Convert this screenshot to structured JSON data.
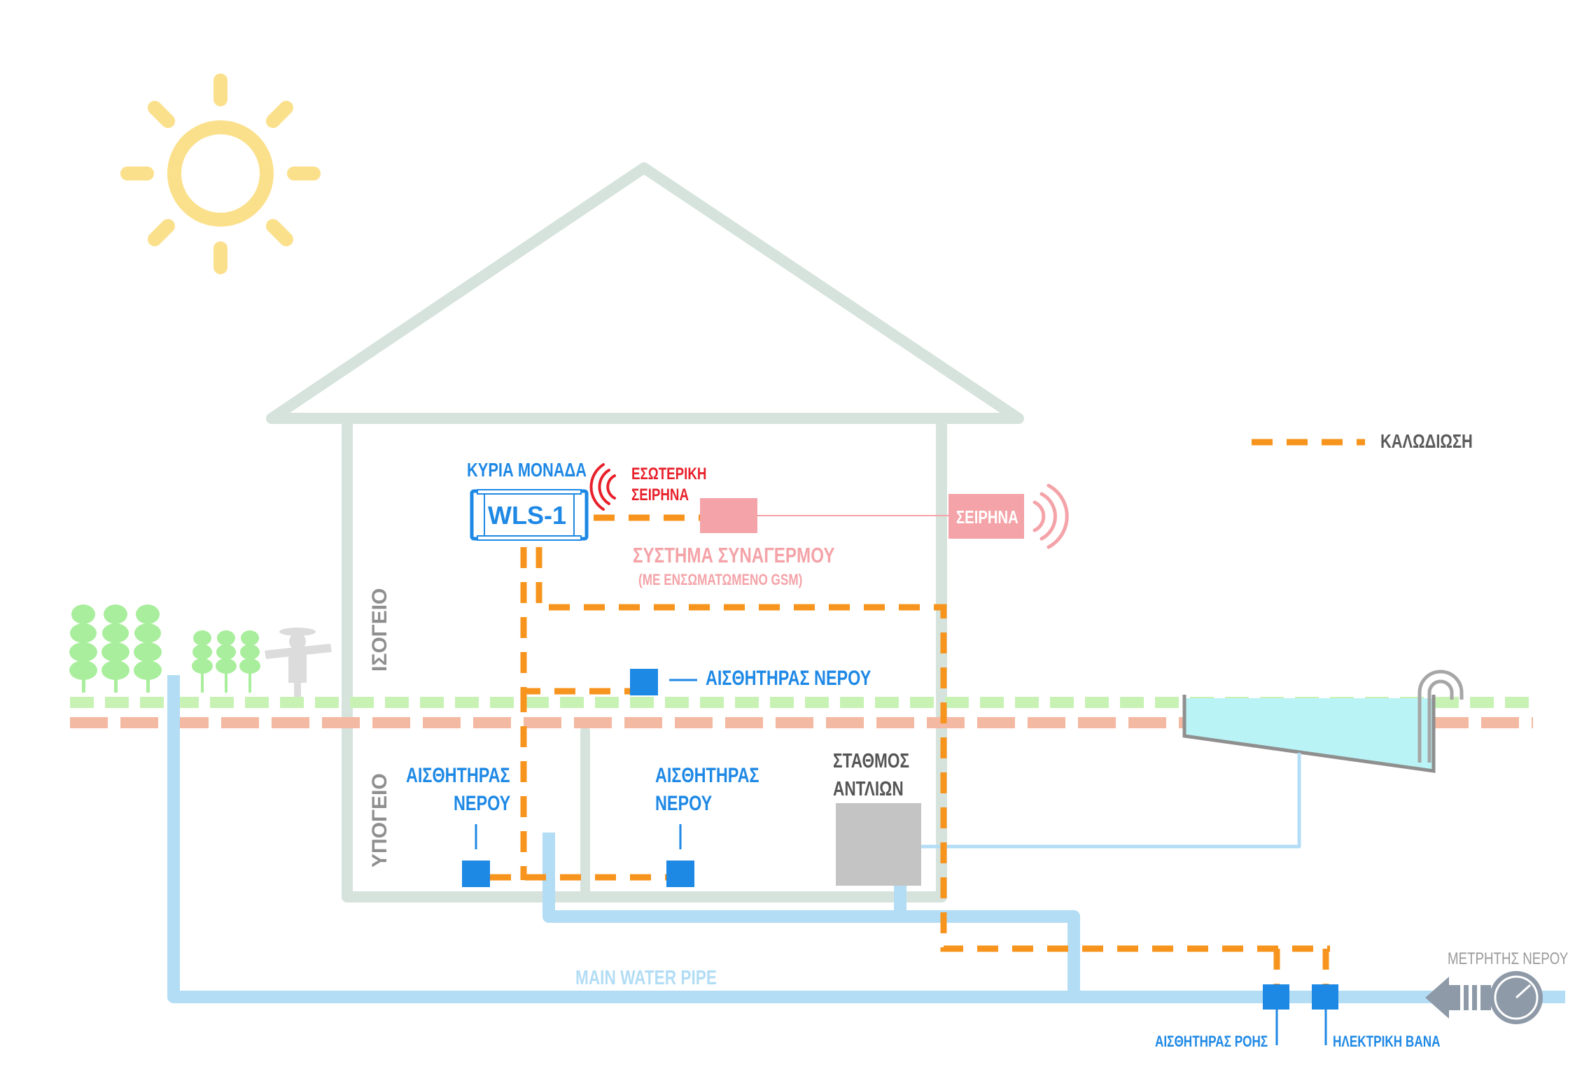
{
  "labels": {
    "main_unit_title": "ΚΥΡΙΑ ΜΟΝΑΔΑ",
    "main_unit_model": "WLS-1",
    "internal_siren_line1": "ΕΣΩΤΕΡΙΚΗ",
    "internal_siren_line2": "ΣΕΙΡΗΝΑ",
    "alarm_system_line1": "ΣΥΣΤΗΜΑ ΣΥΝΑΓΕΡΜΟΥ",
    "alarm_system_line2": "(ΜΕ ΕΝΣΩΜΑΤΩΜΕΝΟ GSM)",
    "external_siren": "ΣΕΙΡΗΝΑ",
    "wiring_legend": "ΚΑΛΩΔΙΩΣΗ",
    "ground_floor": "ΙΣΟΓΕΙΟ",
    "basement": "ΥΠΟΓΕΙΟ",
    "water_sensor_ground": "ΑΙΣΘΗΤΗΡΑΣ ΝΕΡΟΥ",
    "water_sensor_basement_left_line1": "ΑΙΣΘΗΤΗΡΑΣ",
    "water_sensor_basement_left_line2": "ΝΕΡΟΥ",
    "water_sensor_basement_right_line1": "ΑΙΣΘΗΤΗΡΑΣ",
    "water_sensor_basement_right_line2": "ΝΕΡΟΥ",
    "pump_station_line1": "ΣΤΑΘΜΟΣ",
    "pump_station_line2": "ΑΝΤΛΙΩΝ",
    "main_water_pipe": "MAIN WATER PIPE",
    "water_meter": "ΜΕΤΡΗΤΗΣ ΝΕΡΟΥ",
    "flow_sensor": "ΑΙΣΘΗΤΗΡΑΣ ΡΟΗΣ",
    "electric_valve": "ΗΛΕΚΤΡΙΚΗ ΒΑΝΑ"
  },
  "colors": {
    "wiring": "#f7941d",
    "sensor": "#1e88e5",
    "water_pipe": "#b3ddf5",
    "house_outline": "#d6e3dd",
    "sun": "#fbe08c",
    "ground_green": "#c8f2b4",
    "ground_soil": "#f4b9a2",
    "siren_red": "#e8202a",
    "alarm_pink": "#f4a3a8",
    "pool_water": "#b9f3f5",
    "pump": "#c4c4c4",
    "trees": "#a9ee9c",
    "scarecrow": "#dcdcdc",
    "meter": "#8e9aa8"
  },
  "icons": [
    "sun-icon",
    "tree-icon",
    "scarecrow-icon",
    "siren-waves-icon",
    "water-meter-icon",
    "pool-ladder-icon"
  ]
}
